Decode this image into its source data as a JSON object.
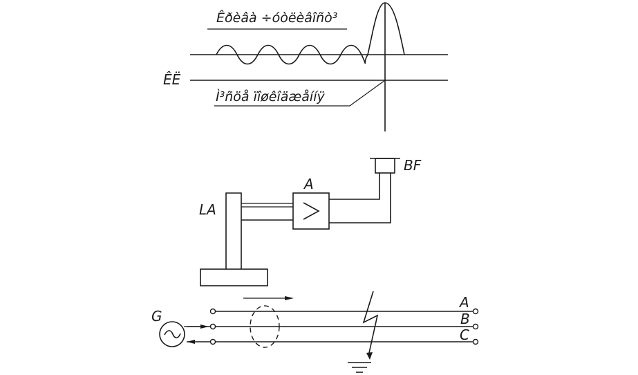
{
  "top_panel": {
    "curve_caption": "Êðèâà ÷óòëèâîñò³",
    "line_label": "ÊË",
    "damage_caption": "Ì³ñöå ïîøêîäæåííÿ"
  },
  "middle_panel": {
    "antenna_label": "LA",
    "amplifier_label": "A",
    "amplifier_symbol": ">",
    "indicator_label": "BF"
  },
  "bottom_panel": {
    "generator_label": "G",
    "generator_symbol": "~",
    "phase_labels": [
      "A",
      "B",
      "C"
    ]
  }
}
